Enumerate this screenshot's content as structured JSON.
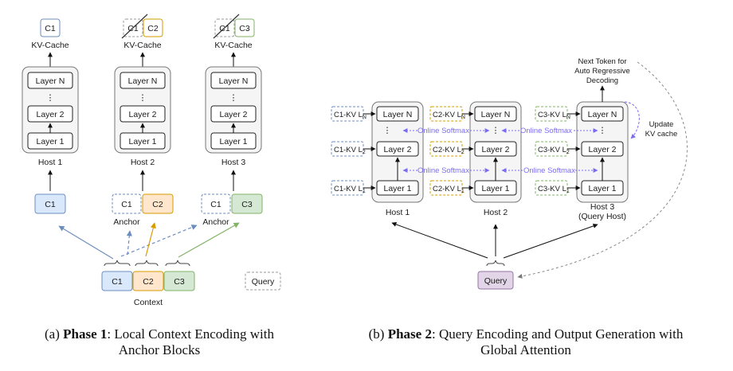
{
  "phase1": {
    "c1": "C1",
    "c2": "C2",
    "c3": "C3",
    "kv_cache": "KV-Cache",
    "layer_n": "Layer N",
    "layer_2": "Layer 2",
    "layer_1": "Layer 1",
    "vdots": "⋮",
    "host1": "Host 1",
    "host2": "Host 2",
    "host3": "Host 3",
    "anchor": "Anchor",
    "context": "Context",
    "query": "Query"
  },
  "phase2": {
    "kv_labels": {
      "h1": [
        "C1-KV L",
        "C1-KV L",
        "C1-KV L"
      ],
      "h2": [
        "C2-KV L",
        "C2-KV L",
        "C2-KV L"
      ],
      "h3": [
        "C3-KV L",
        "C3-KV L",
        "C3-KV L"
      ],
      "subs": [
        "N",
        "2",
        "1"
      ]
    },
    "online_softmax": "Online Softmax",
    "next_token": [
      "Next Token for",
      "Auto Regressive",
      "Decoding"
    ],
    "update_kv": [
      "Update",
      "KV cache"
    ],
    "host1": "Host 1",
    "host2": "Host 2",
    "host3": "Host 3",
    "query_host": "(Query Host)",
    "query": "Query"
  },
  "captions": {
    "a_prefix": "(a) ",
    "a_bold": "Phase 1",
    "a_rest": ": Local Context Encoding with",
    "a_line2": "Anchor Blocks",
    "b_prefix": "(b) ",
    "b_bold": "Phase 2",
    "b_rest": ": Query Encoding and Output Generation with",
    "b_line2": "Global Attention"
  },
  "colors": {
    "c1_fill": "#dae8fc",
    "c1_stroke": "#6c8ebf",
    "c2_fill": "#ffe6cc",
    "c2_stroke": "#d79b00",
    "c3_fill": "#d5e8d4",
    "c3_stroke": "#82b366",
    "query_fill": "#e1d5e7",
    "query_stroke": "#9673a6",
    "softmax": "#7b6cf0"
  }
}
